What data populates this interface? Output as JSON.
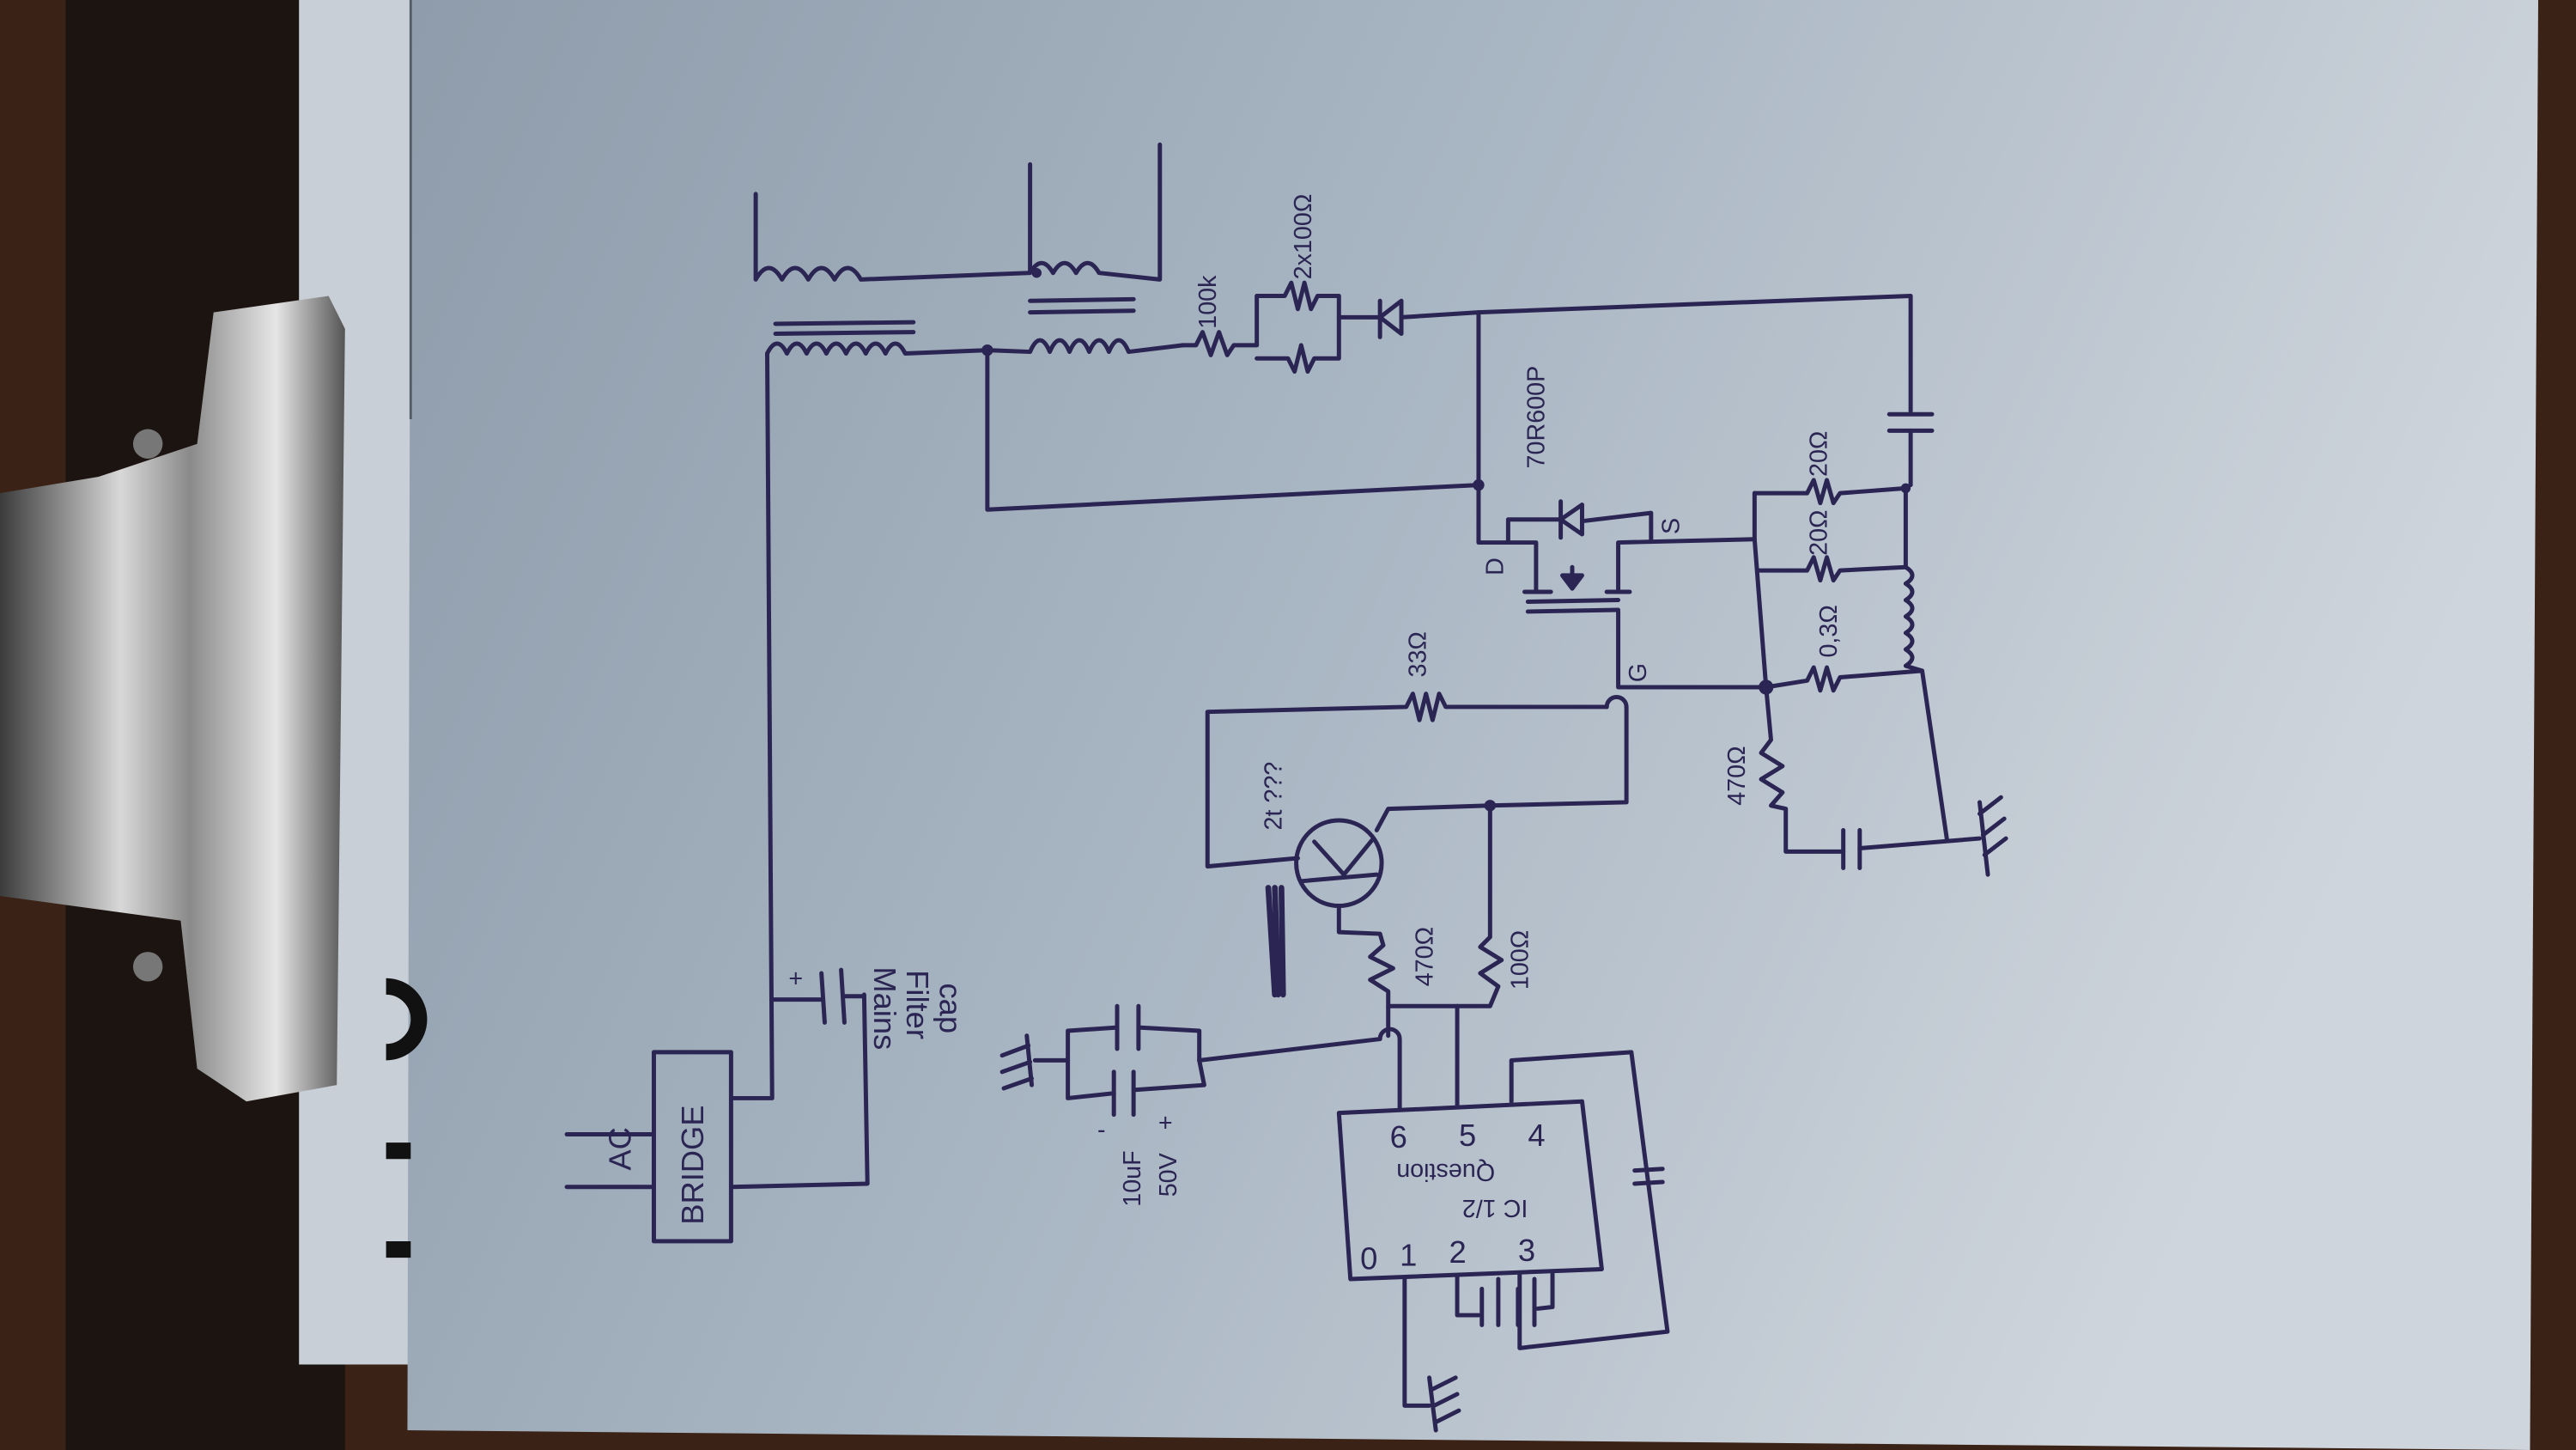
{
  "labels": {
    "ac": "AC",
    "bridge": "BRIDGE",
    "mains_cap": [
      "Mains",
      "Filter",
      "cap"
    ],
    "plus": "+",
    "minus": "-",
    "cap_value": "10uF",
    "cap_voltage": "50V",
    "r_100k": "100k",
    "r_2x100": "2x100Ω",
    "mosfet": "70R600P",
    "drain": "D",
    "source": "S",
    "gate": "G",
    "r_33": "33Ω",
    "transistor": "2t ???",
    "r_470_base": "470Ω",
    "r_100": "100Ω",
    "r_20a": "20Ω",
    "r_20b": "20Ω",
    "r_03": "0,3Ω",
    "r_470_gate": "470Ω",
    "ic_name": "Question",
    "ic_sub": "IC 1/2",
    "pins": [
      "0",
      "1",
      "2",
      "3",
      "4",
      "5",
      "6"
    ]
  },
  "colors": {
    "ink": "#2b2553",
    "paper": "#b7c2cc",
    "wood": "#3a2216"
  }
}
